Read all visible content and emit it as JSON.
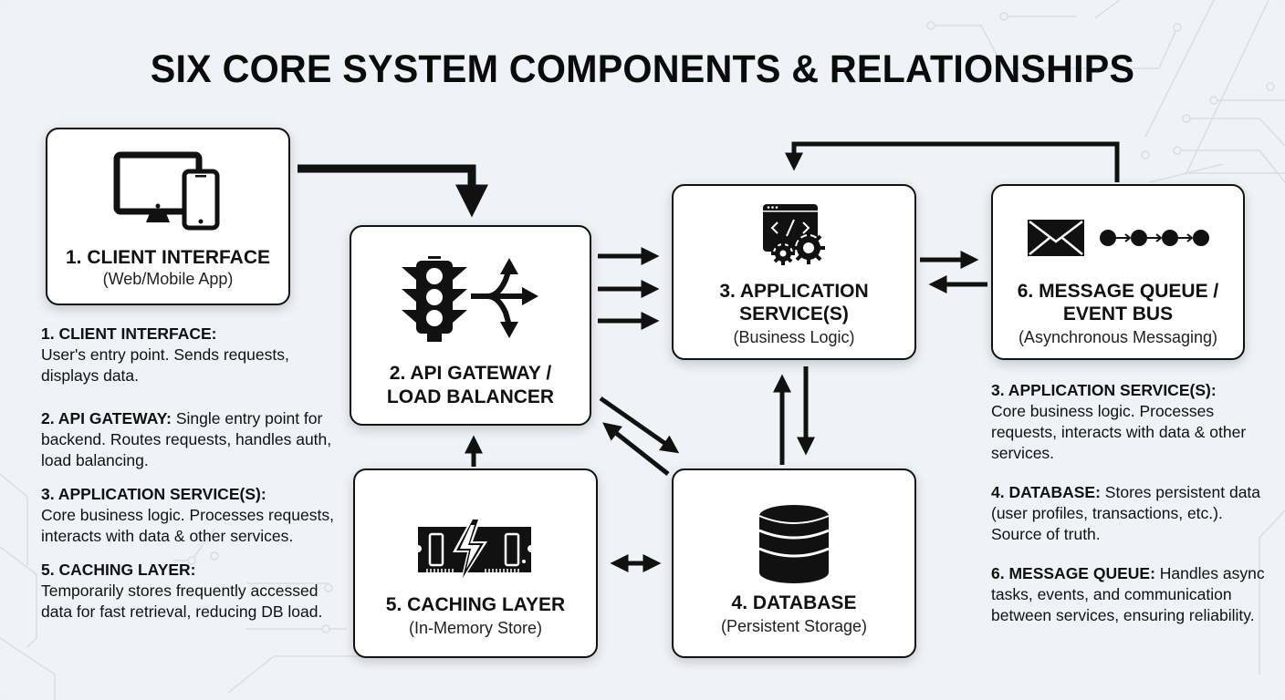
{
  "title": "SIX CORE SYSTEM COMPONENTS & RELATIONSHIPS",
  "components": {
    "client": {
      "name": "1. CLIENT INTERFACE",
      "sub": "(Web/Mobile App)",
      "icon": "desktop-mobile-icon"
    },
    "gateway": {
      "name_line1": "2. API GATEWAY /",
      "name_line2": "LOAD BALANCER",
      "icon": "traffic-light-routing-icon"
    },
    "app": {
      "name_line1": "3. APPLICATION",
      "name_line2": "SERVICE(S)",
      "sub": "(Business Logic)",
      "icon": "code-window-gears-icon"
    },
    "database": {
      "name": "4. DATABASE",
      "sub": "(Persistent Storage)",
      "icon": "database-cylinder-icon"
    },
    "cache": {
      "name": "5. CACHING LAYER",
      "sub": "(In-Memory Store)",
      "icon": "memory-chip-lightning-icon"
    },
    "queue": {
      "name_line1": "6. MESSAGE QUEUE /",
      "name_line2": "EVENT BUS",
      "sub": "(Asynchronous Messaging)",
      "icon": "envelope-chain-icon"
    }
  },
  "left_descriptions": [
    {
      "label": "1. CLIENT INTERFACE:",
      "text": "User's entry point. Sends requests, displays data.",
      "label_block": true
    },
    {
      "label": "2. API GATEWAY:",
      "text": "Single entry point for backend. Routes requests, handles auth, load balancing.",
      "label_block": false
    },
    {
      "label": "3. APPLICATION SERVICE(S):",
      "text": "Core business logic. Processes requests, interacts with data & other services.",
      "label_block": true
    },
    {
      "label": "5. CACHING LAYER:",
      "text": "Temporarily stores frequently accessed data for fast retrieval, reducing DB load.",
      "label_block": true
    }
  ],
  "right_descriptions": [
    {
      "label": "3. APPLICATION SERVICE(S):",
      "text": "Core business logic. Processes requests, interacts with data & other services.",
      "label_block": true
    },
    {
      "label": "4. DATABASE:",
      "text": "Stores persistent data (user profiles, transactions, etc.). Source of truth.",
      "label_block": false
    },
    {
      "label": "6. MESSAGE QUEUE:",
      "text": "Handles async tasks, events, and communication between services, ensuring reliability.",
      "label_block": false
    }
  ],
  "connections": [
    {
      "from": "client",
      "to": "gateway",
      "direction": "one-way"
    },
    {
      "from": "gateway",
      "to": "app",
      "direction": "one-way",
      "count": 3
    },
    {
      "from": "app",
      "to": "queue",
      "direction": "two-way"
    },
    {
      "from": "queue",
      "to": "app",
      "direction": "one-way",
      "route": "top-loop"
    },
    {
      "from": "app",
      "to": "database",
      "direction": "two-way"
    },
    {
      "from": "gateway",
      "to": "database",
      "direction": "two-way"
    },
    {
      "from": "cache",
      "to": "gateway",
      "direction": "one-way"
    },
    {
      "from": "cache",
      "to": "database",
      "direction": "two-way"
    }
  ]
}
